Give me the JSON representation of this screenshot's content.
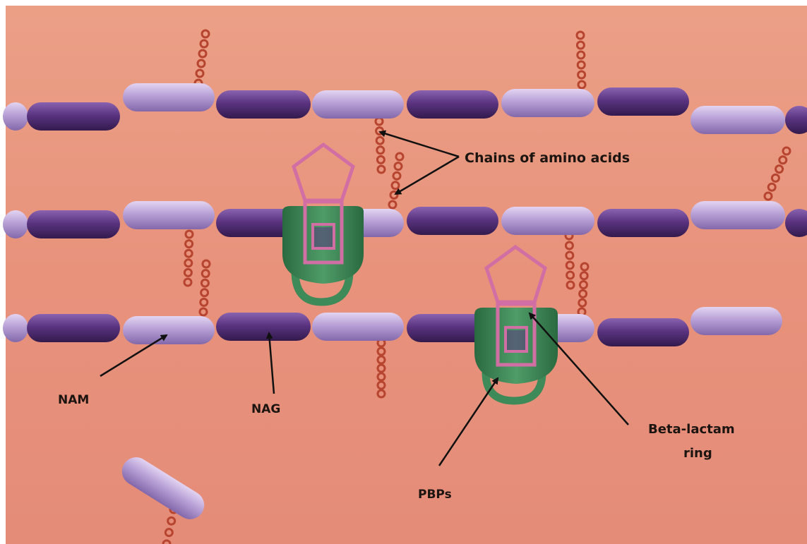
{
  "labels": {
    "chains": "Chains of amino acids",
    "nam": "NAM",
    "nag": "NAG",
    "beta_line1": "Beta-lactam",
    "beta_line2": "ring",
    "pbps": "PBPs"
  },
  "colors": {
    "background": "#e8927c",
    "nam_sugar": "#b9a0d6",
    "nag_sugar": "#5a3480",
    "amino_bead": "#b7442e",
    "pbp_protein": "#3f8a5a",
    "beta_lactam": "#c8679e",
    "arrow": "#111111"
  },
  "icons": [
    "peptidoglycan-strand",
    "amino-acid-chain",
    "pbp-protein-icon",
    "beta-lactam-ring-icon",
    "arrow-icon"
  ]
}
